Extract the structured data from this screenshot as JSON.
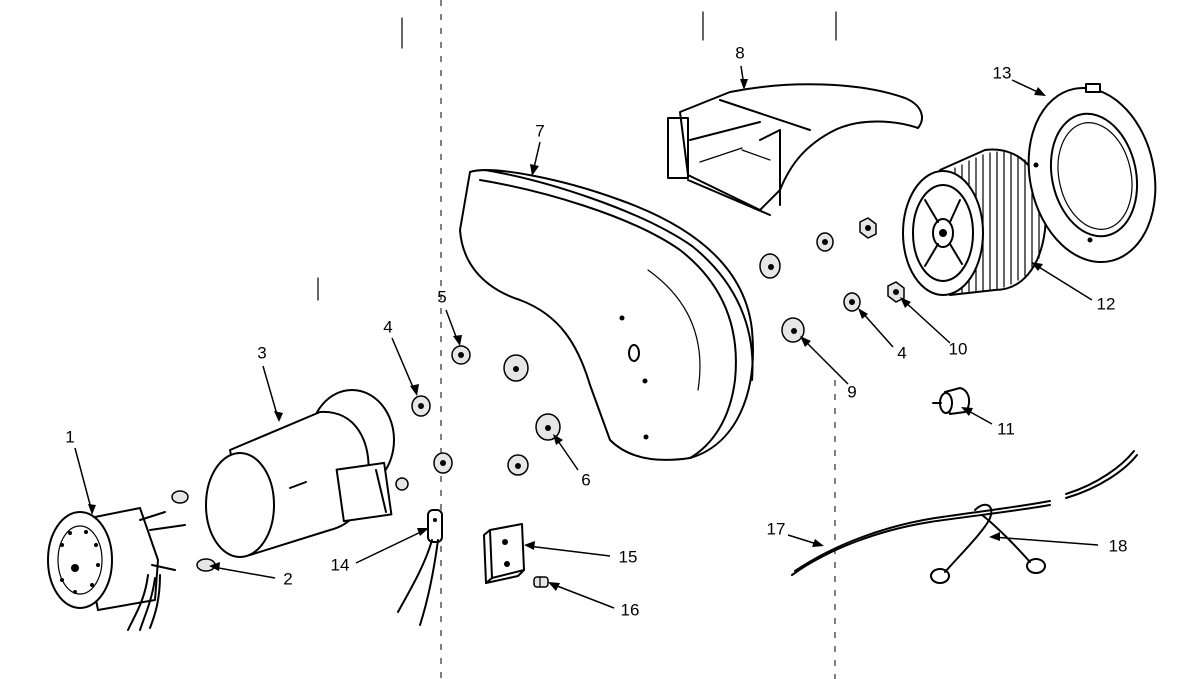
{
  "diagram": {
    "colors": {
      "ink": "#000000",
      "paper": "#ffffff"
    },
    "parts": [
      {
        "id": "p1",
        "label": "1",
        "name": "timer-motor"
      },
      {
        "id": "p2",
        "label": "2",
        "name": "grommet"
      },
      {
        "id": "p3",
        "label": "3",
        "name": "blower-motor"
      },
      {
        "id": "p4a",
        "label": "4",
        "name": "washer-left"
      },
      {
        "id": "p5",
        "label": "5",
        "name": "nut"
      },
      {
        "id": "p6",
        "label": "6",
        "name": "spacer"
      },
      {
        "id": "p7",
        "label": "7",
        "name": "blower-housing"
      },
      {
        "id": "p8",
        "label": "8",
        "name": "outlet-duct"
      },
      {
        "id": "p9",
        "label": "9",
        "name": "spacer-right"
      },
      {
        "id": "p4b",
        "label": "4",
        "name": "washer-right"
      },
      {
        "id": "p10",
        "label": "10",
        "name": "nut-right"
      },
      {
        "id": "p11",
        "label": "11",
        "name": "lamp-socket"
      },
      {
        "id": "p12",
        "label": "12",
        "name": "blower-wheel"
      },
      {
        "id": "p13",
        "label": "13",
        "name": "inlet-ring"
      },
      {
        "id": "p14",
        "label": "14",
        "name": "switch-connector"
      },
      {
        "id": "p15",
        "label": "15",
        "name": "bracket"
      },
      {
        "id": "p16",
        "label": "16",
        "name": "screw"
      },
      {
        "id": "p17",
        "label": "17",
        "name": "wire"
      },
      {
        "id": "p18",
        "label": "18",
        "name": "ground-wire"
      }
    ]
  }
}
